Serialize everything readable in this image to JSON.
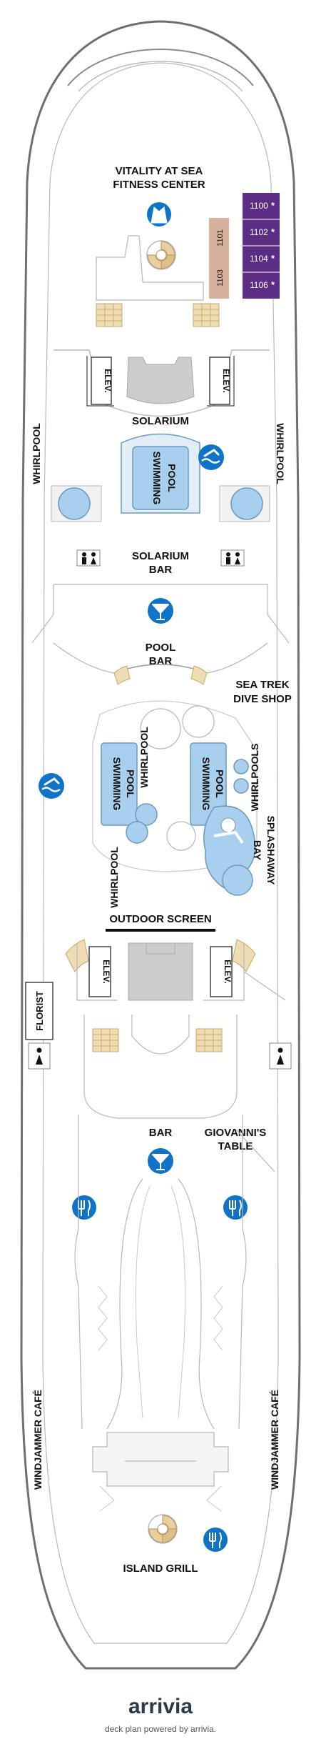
{
  "labels": {
    "fitness_line1": "VITALITY AT SEA",
    "fitness_line2": "FITNESS CENTER",
    "elev": "ELEV.",
    "solarium": "SOLARIUM",
    "whirlpool": "WHIRLPOOL",
    "whirlpools": "WHIRLPOOLS",
    "swimming": "SWIMMING",
    "pool": "POOL",
    "solarium_bar_line1": "SOLARIUM",
    "solarium_bar_line2": "BAR",
    "pool_bar_line1": "POOL",
    "pool_bar_line2": "BAR",
    "sea_trek_line1": "SEA TREK",
    "sea_trek_line2": "DIVE SHOP",
    "splashaway_line1": "SPLASHAWAY",
    "splashaway_line2": "BAY",
    "outdoor_screen": "OUTDOOR SCREEN",
    "florist": "FLORIST",
    "bar": "BAR",
    "giovannis_line1": "GIOVANNI'S",
    "giovannis_line2": "TABLE",
    "windjammer": "WINDJAMMER CAFÉ",
    "island_grill": "ISLAND GRILL"
  },
  "cabins_purple": [
    {
      "number": "1100",
      "mark": "*"
    },
    {
      "number": "1102",
      "mark": "*"
    },
    {
      "number": "1104",
      "mark": "*"
    },
    {
      "number": "1106",
      "mark": "*"
    }
  ],
  "cabins_tan": [
    {
      "number": "1101"
    },
    {
      "number": "1103"
    }
  ],
  "footer": {
    "logo": "arrivia",
    "tagline": "deck plan powered by arrivia."
  },
  "icons": [
    "spa-robe-icon",
    "spiral-stair-icon",
    "swim-icon",
    "restroom-icon",
    "cocktail-icon",
    "dining-icon"
  ],
  "colors": {
    "hull_outline": "#6f6f6f",
    "interior_gray": "#cccccc",
    "pool_blue": "#a9cfee",
    "pool_stroke": "#6d99bf",
    "icon_blue": "#0f74c8",
    "cabin_purple": "#5b2e83",
    "cabin_tan": "#d8b19e",
    "deck_tan": "#eedcb5"
  }
}
